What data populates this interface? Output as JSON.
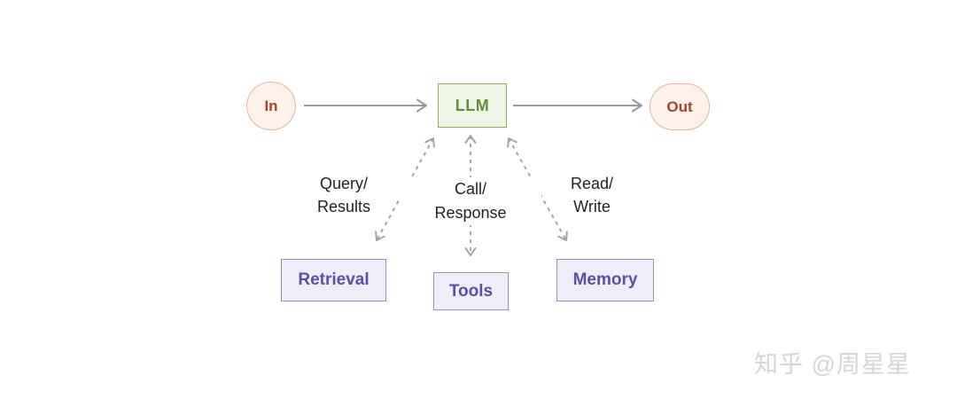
{
  "diagram": {
    "nodes": {
      "input": {
        "label": "In"
      },
      "llm": {
        "label": "LLM"
      },
      "output": {
        "label": "Out"
      },
      "retrieval": {
        "label": "Retrieval"
      },
      "tools": {
        "label": "Tools"
      },
      "memory": {
        "label": "Memory"
      }
    },
    "edges": {
      "in_to_llm": {
        "style": "solid-arrow"
      },
      "llm_to_out": {
        "style": "solid-arrow"
      },
      "llm_retrieval": {
        "line1": "Query/",
        "line2": "Results",
        "style": "dashed-double-arrow"
      },
      "llm_tools": {
        "line1": "Call/",
        "line2": "Response",
        "style": "dashed-double-arrow"
      },
      "llm_memory": {
        "line1": "Read/",
        "line2": "Write",
        "style": "dashed-double-arrow"
      }
    }
  },
  "watermark": "知乎 @周星星",
  "colors": {
    "io_fill": "#fdf1ea",
    "io_border": "#e2b5a3",
    "io_text": "#a5402c",
    "llm_fill": "#eff5e5",
    "llm_border": "#8bad57",
    "llm_text": "#5f9138",
    "module_fill": "#efeef8",
    "module_border": "#9896ae",
    "module_text": "#5b4ea3",
    "arrow_solid": "#999999",
    "arrow_dashed": "#a6a69e",
    "label_text": "#222222",
    "watermark_text": "#d6d6d6"
  }
}
